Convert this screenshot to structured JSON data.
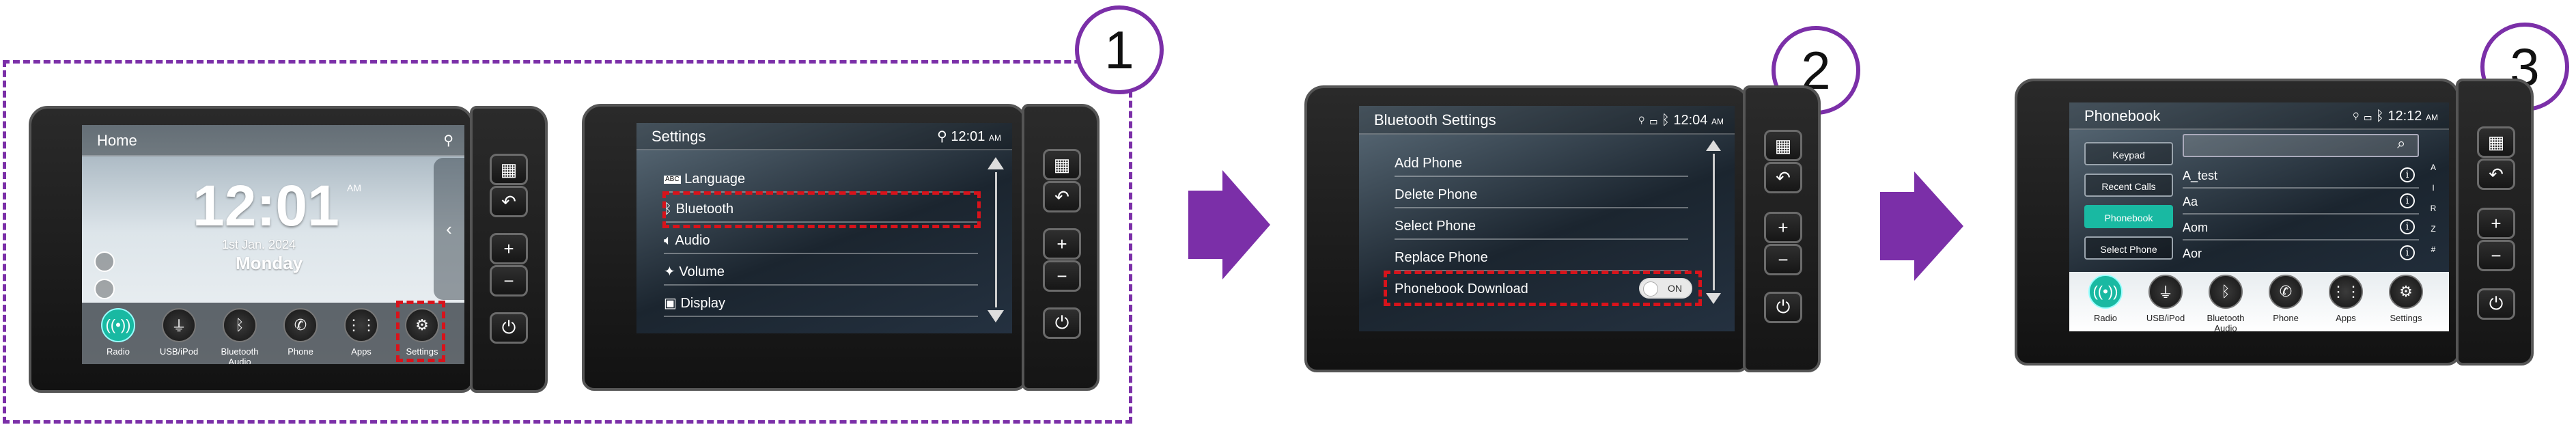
{
  "steps": [
    "1",
    "2",
    "3"
  ],
  "colors": {
    "accent_purple": "#7b2fa8",
    "highlight_red": "#d8131b",
    "active_teal": "#19b9a2"
  },
  "screen1": {
    "title": "Home",
    "time": "12:01",
    "am": "AM",
    "date": "1st Jan. 2024",
    "day": "Monday",
    "dock": [
      "Radio",
      "USB/iPod",
      "Bluetooth Audio",
      "Phone",
      "Apps",
      "Settings"
    ]
  },
  "screen2": {
    "title": "Settings",
    "time": "12:01",
    "am": "AM",
    "items": [
      "Language",
      "Bluetooth",
      "Audio",
      "Volume",
      "Display"
    ],
    "lang_badge": "ABC"
  },
  "screen3": {
    "title": "Bluetooth Settings",
    "time": "12:04",
    "am": "AM",
    "items": [
      "Add Phone",
      "Delete Phone",
      "Select Phone",
      "Replace Phone",
      "Phonebook Download"
    ],
    "toggle": "ON"
  },
  "screen4": {
    "title": "Phonebook",
    "time": "12:12",
    "am": "AM",
    "buttons": [
      "Keypad",
      "Recent Calls",
      "Phonebook",
      "Select Phone"
    ],
    "contacts": [
      "A_test",
      "Aa",
      "Aom",
      "Aor"
    ],
    "index": [
      "A",
      "I",
      "R",
      "Z",
      "#"
    ],
    "dock": [
      "Radio",
      "USB/iPod",
      "Bluetooth Audio",
      "Phone",
      "Apps",
      "Settings"
    ]
  }
}
